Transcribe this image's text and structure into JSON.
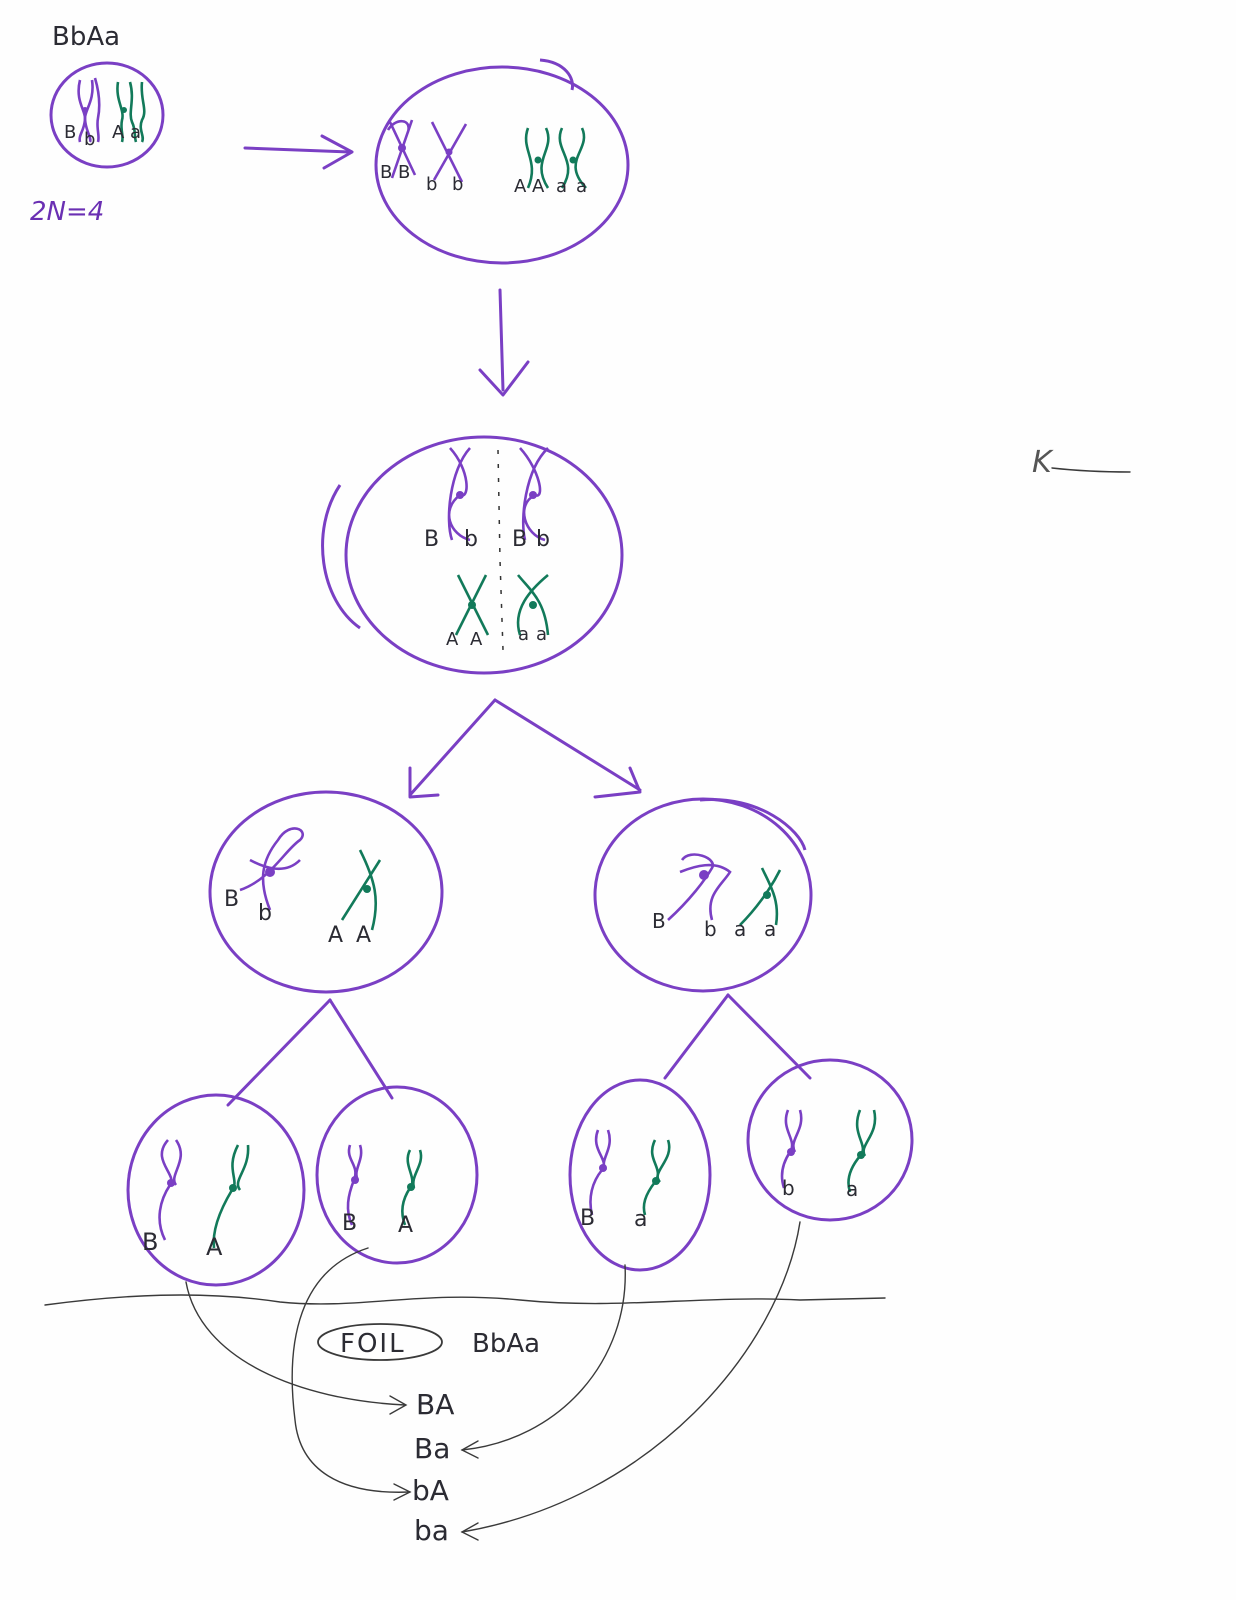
{
  "diagram": {
    "parent_genotype": "BbAa",
    "ploidy": "2N=4",
    "cell_1_labels": [
      "B",
      "b",
      "A",
      "a"
    ],
    "cell_2_labels": [
      "B",
      "B",
      "b",
      "b",
      "A",
      "A",
      "a",
      "a"
    ],
    "cell_3_labels": [
      "B",
      "b",
      "B",
      "b",
      "A",
      "A",
      "a",
      "a"
    ],
    "meiosis1_left_labels": [
      "B",
      "b",
      "A",
      "A"
    ],
    "meiosis1_right_labels": [
      "B",
      "b",
      "a",
      "a"
    ],
    "gametes": [
      {
        "labels": [
          "B",
          "A"
        ]
      },
      {
        "labels": [
          "B",
          "A"
        ]
      },
      {
        "labels": [
          "B",
          "a"
        ]
      },
      {
        "labels": [
          "b",
          "a"
        ]
      }
    ],
    "foil_label": "FOIL",
    "foil_genotype": "BbAa",
    "combinations": [
      "BA",
      "Ba",
      "bA",
      "ba"
    ],
    "initials": "K"
  }
}
